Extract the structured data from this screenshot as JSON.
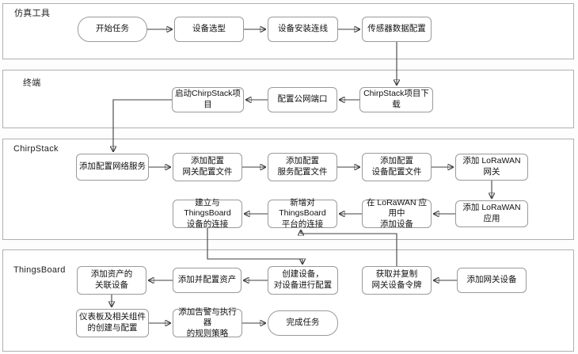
{
  "diagram": {
    "title": "IoT simulation-to-platform configuration flowchart",
    "lanes": [
      {
        "id": "simulation-tool",
        "label": "仿真工具"
      },
      {
        "id": "terminal",
        "label": "终端"
      },
      {
        "id": "chirpstack",
        "label": "ChirpStack"
      },
      {
        "id": "thingsboard",
        "label": "ThingsBoard"
      }
    ],
    "nodes": {
      "start": {
        "label": "开始任务",
        "lane": "仿真工具",
        "type": "terminator"
      },
      "deviceSelection": {
        "label": "设备选型",
        "lane": "仿真工具",
        "type": "process"
      },
      "deviceInstall": {
        "label": "设备安装连线",
        "lane": "仿真工具",
        "type": "process"
      },
      "sensorConfig": {
        "label": "传感器数据配置",
        "lane": "仿真工具",
        "type": "process"
      },
      "launchChirpstack": {
        "label": "启动ChirpStack项目",
        "lane": "终端",
        "type": "process"
      },
      "publicPort": {
        "label": "配置公网端口",
        "lane": "终端",
        "type": "process"
      },
      "chirpstackDownload": {
        "label": "ChirpStack项目下载",
        "lane": "终端",
        "type": "process"
      },
      "networkService": {
        "label": "添加配置网络服务",
        "lane": "ChirpStack",
        "type": "process"
      },
      "gatewayProfile": {
        "label": "添加配置\n网关配置文件",
        "lane": "ChirpStack",
        "type": "process"
      },
      "serviceProfile": {
        "label": "添加配置\n服务配置文件",
        "lane": "ChirpStack",
        "type": "process"
      },
      "deviceProfile": {
        "label": "添加配置\n设备配置文件",
        "lane": "ChirpStack",
        "type": "process"
      },
      "addLorawanGateway": {
        "label": "添加 LoRaWAN 网关",
        "lane": "ChirpStack",
        "type": "process"
      },
      "addLorawanApp": {
        "label": "添加 LoRaWAN 应用",
        "lane": "ChirpStack",
        "type": "process"
      },
      "addDeviceInApp": {
        "label": "在 LoRaWAN 应用中\n添加设备",
        "lane": "ChirpStack",
        "type": "process"
      },
      "newTbConnection": {
        "label": "新增对ThingsBoard\n平台的连接",
        "lane": "ChirpStack",
        "type": "process"
      },
      "establishTbDeviceConnection": {
        "label": "建立与ThingsBoard\n设备的连接",
        "lane": "ChirpStack",
        "type": "process"
      },
      "assetDevices": {
        "label": "添加资产的\n关联设备",
        "lane": "ThingsBoard",
        "type": "process"
      },
      "addConfigureAsset": {
        "label": "添加并配置资产",
        "lane": "ThingsBoard",
        "type": "process"
      },
      "createConfigureDevice": {
        "label": "创建设备，\n对设备进行配置",
        "lane": "ThingsBoard",
        "type": "process"
      },
      "getCopyToken": {
        "label": "获取并复制\n网关设备令牌",
        "lane": "ThingsBoard",
        "type": "process"
      },
      "addGatewayDevice": {
        "label": "添加网关设备",
        "lane": "ThingsBoard",
        "type": "process"
      },
      "dashboardComponents": {
        "label": "仪表板及相关组件\n的创建与配置",
        "lane": "ThingsBoard",
        "type": "process"
      },
      "alarmRules": {
        "label": "添加告警与执行器\n的规则策略",
        "lane": "ThingsBoard",
        "type": "process"
      },
      "finish": {
        "label": "完成任务",
        "lane": "ThingsBoard",
        "type": "terminator"
      }
    },
    "edges": [
      {
        "from": "start",
        "to": "deviceSelection"
      },
      {
        "from": "deviceSelection",
        "to": "deviceInstall"
      },
      {
        "from": "deviceInstall",
        "to": "sensorConfig"
      },
      {
        "from": "sensorConfig",
        "to": "chirpstackDownload"
      },
      {
        "from": "chirpstackDownload",
        "to": "publicPort"
      },
      {
        "from": "publicPort",
        "to": "launchChirpstack"
      },
      {
        "from": "launchChirpstack",
        "to": "networkService"
      },
      {
        "from": "networkService",
        "to": "gatewayProfile"
      },
      {
        "from": "gatewayProfile",
        "to": "serviceProfile"
      },
      {
        "from": "serviceProfile",
        "to": "deviceProfile"
      },
      {
        "from": "deviceProfile",
        "to": "addLorawanGateway"
      },
      {
        "from": "addLorawanGateway",
        "to": "addLorawanApp"
      },
      {
        "from": "addLorawanApp",
        "to": "addDeviceInApp"
      },
      {
        "from": "addDeviceInApp",
        "to": "newTbConnection"
      },
      {
        "from": "getCopyToken",
        "to": "newTbConnection"
      },
      {
        "from": "newTbConnection",
        "to": "establishTbDeviceConnection"
      },
      {
        "from": "establishTbDeviceConnection",
        "to": "createConfigureDevice"
      },
      {
        "from": "addGatewayDevice",
        "to": "getCopyToken"
      },
      {
        "from": "createConfigureDevice",
        "to": "addConfigureAsset"
      },
      {
        "from": "addConfigureAsset",
        "to": "assetDevices"
      },
      {
        "from": "assetDevices",
        "to": "dashboardComponents"
      },
      {
        "from": "dashboardComponents",
        "to": "alarmRules"
      },
      {
        "from": "alarmRules",
        "to": "finish"
      }
    ],
    "colors": {
      "background": "#ffffff",
      "lane_border": "#b0b0b0",
      "node_border": "#9a9a9a",
      "node_fill": "#ffffff",
      "connector": "#3f3f3f",
      "text": "#111111"
    }
  }
}
